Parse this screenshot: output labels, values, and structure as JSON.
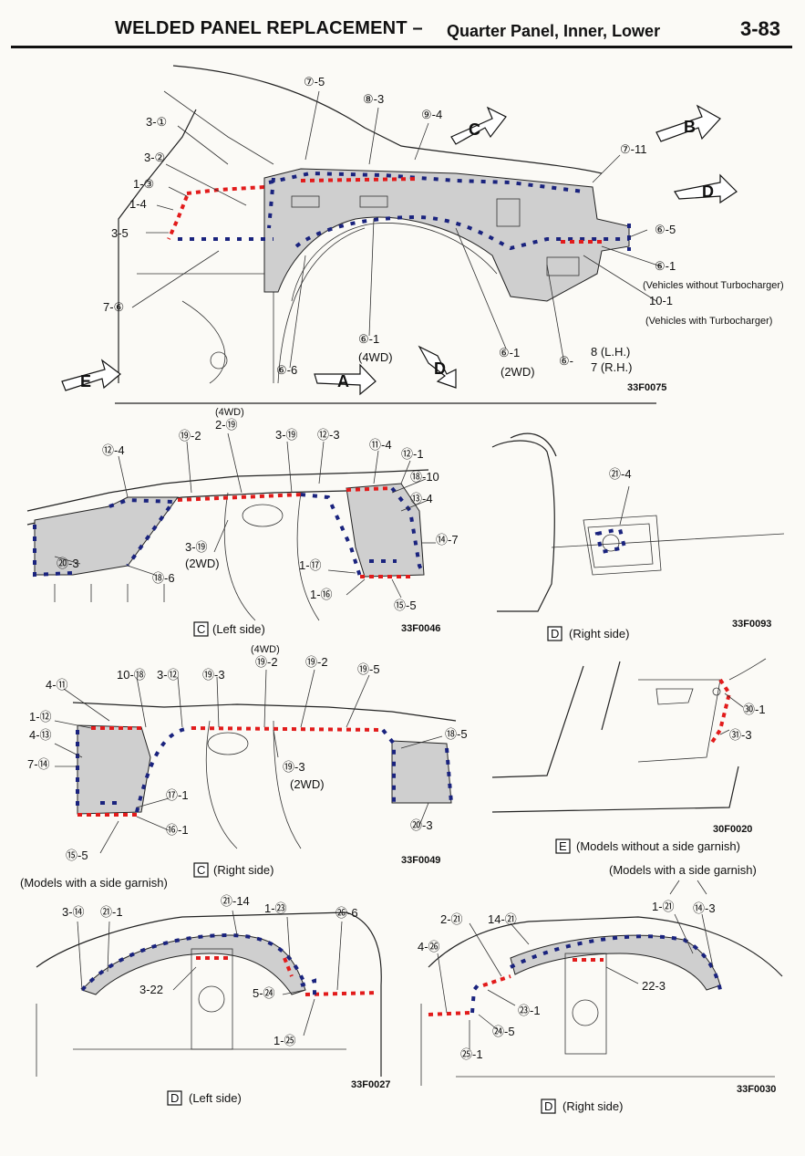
{
  "header": {
    "title": "WELDED PANEL REPLACEMENT –",
    "subtitle": "Quarter Panel, Inner, Lower",
    "page_number": "3-83"
  },
  "figure1": {
    "code": "33F0075",
    "labels": [
      "⑦-5",
      "⑧-3",
      "⑨-4",
      "3-①",
      "3-②",
      "1-③",
      "1-4",
      "3-5",
      "⑦-11",
      "⑥-5",
      "⑥-1",
      "(Vehicles without Turbocharger)",
      "10-1",
      "(Vehicles with Turbocharger)",
      "7-⑥",
      "⑥-1",
      "(4WD)",
      "⑥-1",
      "(2WD)",
      "⑥-",
      "8 (L.H.)",
      "7 (R.H.)",
      "⑥-6"
    ],
    "arrows": [
      "C",
      "B",
      "D",
      "E",
      "A",
      "D"
    ]
  },
  "figure2": {
    "code": "33F0046",
    "caption_box": "C",
    "caption": "(Left side)",
    "labels": [
      "(4WD)",
      "2-⑲",
      "⑲-2",
      "3-⑲",
      "⑫-3",
      "⑪-4",
      "⑫-4",
      "⑫-1",
      "⑱-10",
      "⑬-4",
      "⑭-7",
      "⑳-3",
      "⑱-6",
      "3-⑲",
      "(2WD)",
      "1-⑰",
      "1-⑯",
      "⑮-5"
    ]
  },
  "figure3": {
    "code": "33F0093",
    "caption_box": "D",
    "caption": "(Right side)",
    "labels": [
      "㉑-4"
    ]
  },
  "figure4": {
    "code": "33F0049",
    "caption_box": "C",
    "caption": "(Right side)",
    "labels": [
      "(4WD)",
      "4-⑪",
      "10-⑱",
      "3-⑫",
      "⑲-3",
      "⑲-2",
      "⑲-2",
      "⑲-5",
      "1-⑫",
      "4-⑬",
      "⑱-5",
      "7-⑭",
      "⑲-3",
      "(2WD)",
      "⑰-1",
      "⑯-1",
      "⑳-3",
      "⑮-5"
    ]
  },
  "figure5": {
    "code": "30F0020",
    "caption_box": "E",
    "caption": "(Models without a side garnish)",
    "labels": [
      "㉚-1",
      "㉛-3"
    ]
  },
  "figure6": {
    "code": "33F0027",
    "caption_box": "D",
    "caption": "(Left side)",
    "note": "(Models with a side garnish)",
    "labels": [
      "3-⑭",
      "㉑-1",
      "㉑-14",
      "1-㉓",
      "㉖-6",
      "3-22",
      "5-㉔",
      "1-㉕"
    ]
  },
  "figure7": {
    "code": "33F0030",
    "caption_box": "D",
    "caption": "(Right side)",
    "note": "(Models with a side garnish)",
    "labels": [
      "2-㉑",
      "14-㉑",
      "1-㉑",
      "⑭-3",
      "4-㉖",
      "22-3",
      "㉓-1",
      "㉔-5",
      "㉕-1"
    ]
  }
}
